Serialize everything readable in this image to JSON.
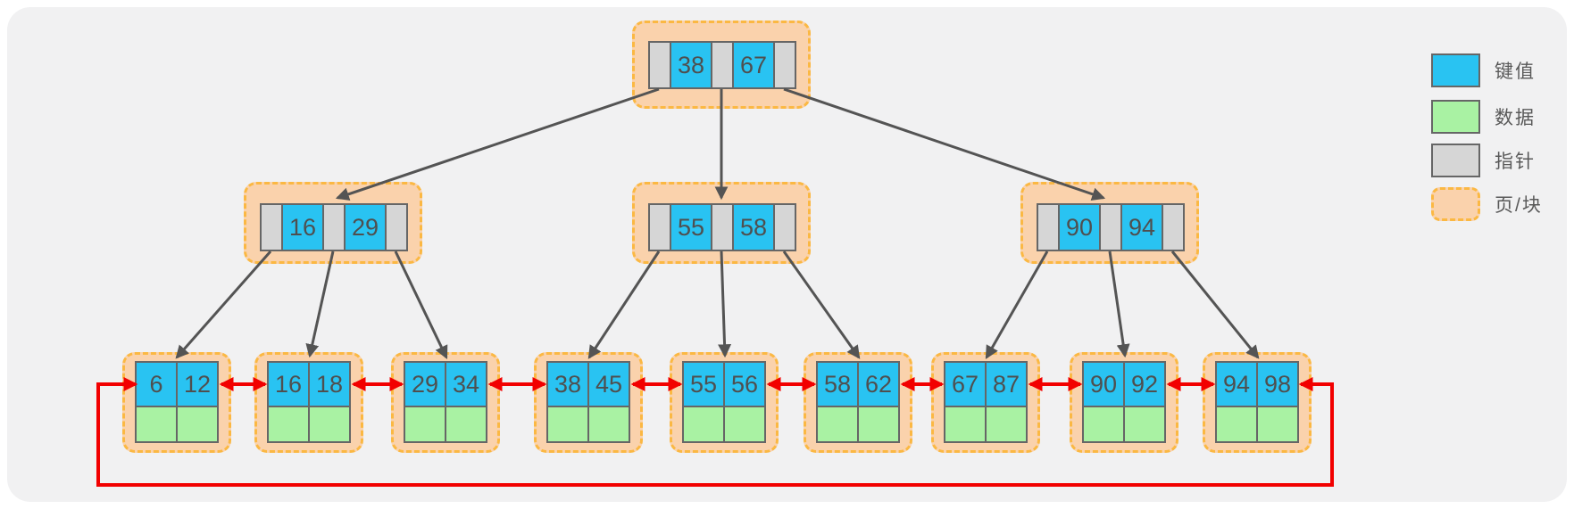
{
  "diagram": {
    "type": "b-plus-tree-index",
    "levels": 3,
    "leaf_chain": "circular-doubly-linked"
  },
  "tree": {
    "root": {
      "keys": [
        "38",
        "67"
      ]
    },
    "internal_nodes": [
      {
        "keys": [
          "16",
          "29"
        ],
        "parent": "root",
        "children_leaves": [
          0,
          1,
          2
        ]
      },
      {
        "keys": [
          "55",
          "58"
        ],
        "parent": "root",
        "children_leaves": [
          3,
          4,
          5
        ]
      },
      {
        "keys": [
          "90",
          "94"
        ],
        "parent": "root",
        "children_leaves": [
          6,
          7,
          8
        ]
      }
    ],
    "leaf_nodes": [
      {
        "keys": [
          "6",
          "12"
        ]
      },
      {
        "keys": [
          "16",
          "18"
        ]
      },
      {
        "keys": [
          "29",
          "34"
        ]
      },
      {
        "keys": [
          "38",
          "45"
        ]
      },
      {
        "keys": [
          "55",
          "56"
        ]
      },
      {
        "keys": [
          "58",
          "62"
        ]
      },
      {
        "keys": [
          "67",
          "87"
        ]
      },
      {
        "keys": [
          "90",
          "92"
        ]
      },
      {
        "keys": [
          "94",
          "98"
        ]
      }
    ]
  },
  "legend": {
    "items": [
      {
        "id": "key",
        "label": "键值"
      },
      {
        "id": "data",
        "label": "数据"
      },
      {
        "id": "pointer",
        "label": "指针"
      },
      {
        "id": "page",
        "label": "页/块"
      }
    ]
  },
  "colors": {
    "key_cell": "#29C3F2",
    "data_cell": "#A9F2A3",
    "pointer_cell": "#D6D6D6",
    "page_fill": "#FAD2AC",
    "page_border": "#FBB843",
    "cell_border": "#666666",
    "tree_edge": "#545454",
    "leaf_link": "#F20000",
    "panel_bg": "#F1F1F2",
    "text": "#4F4F4F"
  }
}
